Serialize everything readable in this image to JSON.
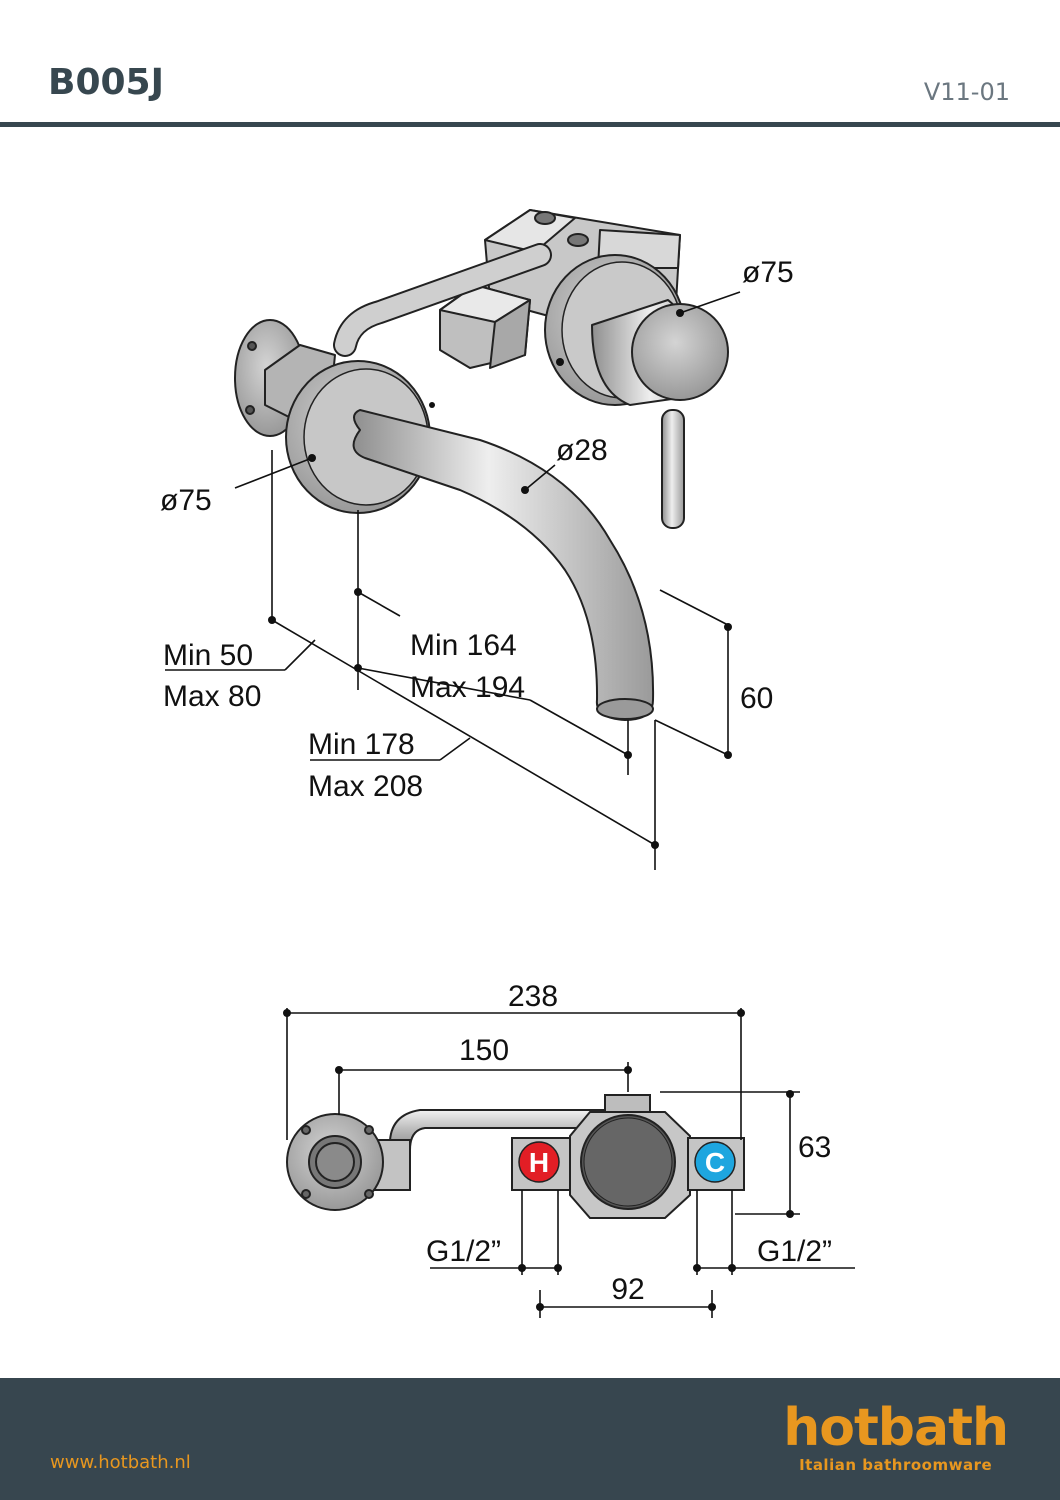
{
  "header": {
    "title": "B005J",
    "version": "V11-01"
  },
  "drawing_top": {
    "dim_diameter_valve": "ø75",
    "dim_diameter_rosette": "ø75",
    "dim_diameter_spout": "ø28",
    "dim_depth1_min": "Min 50",
    "dim_depth1_max": "Max 80",
    "dim_depth2_min": "Min 164",
    "dim_depth2_max": "Max 194",
    "dim_depth3_min": "Min 178",
    "dim_depth3_max": "Max 208",
    "dim_height": "60"
  },
  "drawing_bottom": {
    "dim_total_width": "238",
    "dim_spout_distance": "150",
    "dim_height": "63",
    "dim_thread_left": "G1/2”",
    "dim_thread_right": "G1/2”",
    "dim_inlet_distance": "92",
    "hot_label": "H",
    "cold_label": "C"
  },
  "footer": {
    "website": "www.hotbath.nl",
    "brand_name": "hotbath",
    "brand_tagline": "Italian bathroomware"
  },
  "colors": {
    "header_text": "#37474f",
    "footer_bg": "#37464f",
    "brand_orange": "#e8971f",
    "hot_red": "#e21e25",
    "cold_blue": "#1ea6df"
  }
}
